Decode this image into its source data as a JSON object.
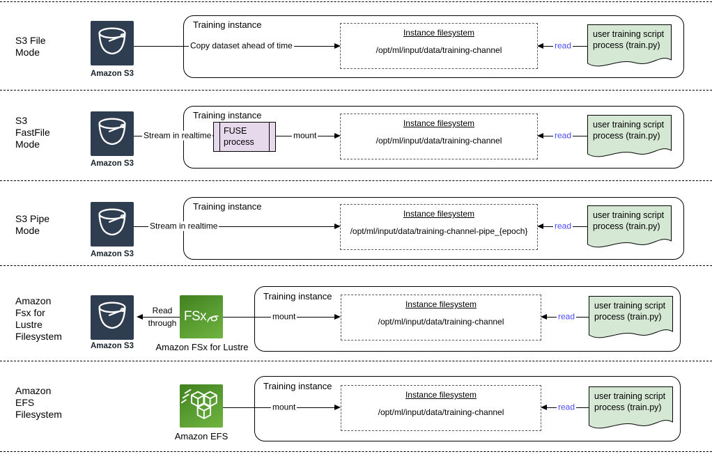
{
  "shared": {
    "training_instance_title": "Training instance",
    "instance_filesystem_title": "Instance filesystem",
    "read_label": "read",
    "mount_label": "mount",
    "s3_caption": "Amazon S3",
    "doc_line1": "user training script",
    "doc_line2": "process (train.py)"
  },
  "rows": [
    {
      "mode_lines": [
        "S3 File",
        "Mode"
      ],
      "arrow_label": "Copy dataset ahead of time",
      "fs_path": "/opt/ml/input/data/training-channel"
    },
    {
      "mode_lines": [
        "S3",
        "FastFile",
        "Mode"
      ],
      "arrow_label": "Stream in realtime",
      "fuse_lines": [
        "FUSE",
        "process"
      ],
      "fs_path": "/opt/ml/input/data/training-channel"
    },
    {
      "mode_lines": [
        "S3 Pipe",
        "Mode"
      ],
      "arrow_label": "Stream in realtime",
      "fs_path": "/opt/ml/input/data/training-channel-pipe_{epoch}"
    },
    {
      "mode_lines": [
        "Amazon",
        "Fsx for",
        "Lustre",
        "Filesystem"
      ],
      "read_through_lines": [
        "Read",
        "through"
      ],
      "fsx_icon_text": "FSx",
      "fsx_caption": "Amazon FSx for Lustre",
      "fs_path": "/opt/ml/input/data/training-channel"
    },
    {
      "mode_lines": [
        "Amazon",
        "EFS",
        "Filesystem"
      ],
      "efs_caption": "Amazon EFS",
      "fs_path": "/opt/ml/input/data/training-channel"
    }
  ],
  "colors": {
    "s3_icon_bg": "#2e3d50",
    "document_fill": "#d5e8d4",
    "fuse_fill": "#e6d9ec",
    "read_text": "#4a4aff",
    "aws_green_dark": "#41801f",
    "aws_green_light": "#6fb33f"
  }
}
